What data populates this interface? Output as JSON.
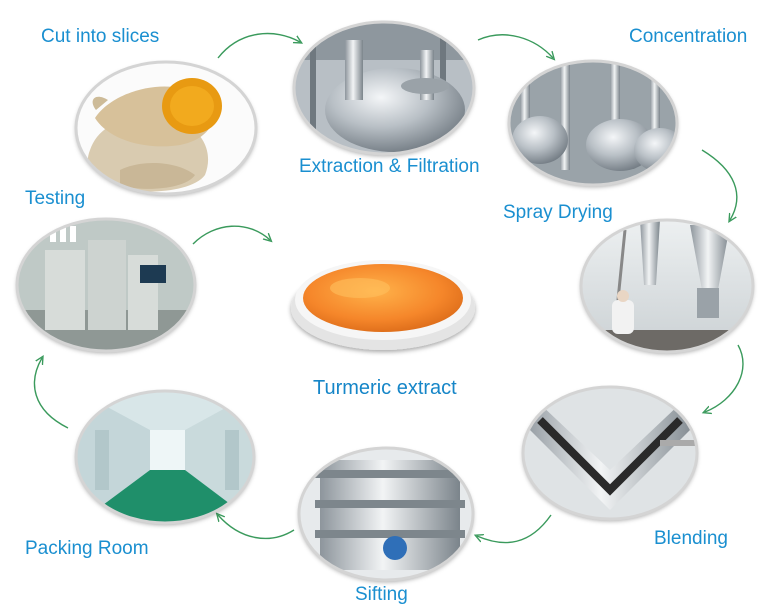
{
  "diagram": {
    "center_label": "Turmeric extract",
    "steps": [
      {
        "id": "cut",
        "label": "Cut into slices",
        "icon": "turmeric-root-photo"
      },
      {
        "id": "extraction",
        "label": "Extraction & Filtration",
        "icon": "extraction-tank-photo"
      },
      {
        "id": "concentration",
        "label": "Concentration",
        "icon": "concentration-tanks-photo"
      },
      {
        "id": "spray",
        "label": "Spray Drying",
        "icon": "spray-dryer-photo"
      },
      {
        "id": "blending",
        "label": "Blending",
        "icon": "v-blender-photo"
      },
      {
        "id": "sifting",
        "label": "Sifting",
        "icon": "vibrating-sifter-photo"
      },
      {
        "id": "packing",
        "label": "Packing Room",
        "icon": "clean-room-corridor-photo"
      },
      {
        "id": "testing",
        "label": "Testing",
        "icon": "hplc-lab-photo"
      }
    ],
    "colors": {
      "label": "#1a8fd0",
      "arrow": "#3a9a5c",
      "circle_border": "#d7d7d7",
      "powder": "#f39a2e"
    }
  }
}
